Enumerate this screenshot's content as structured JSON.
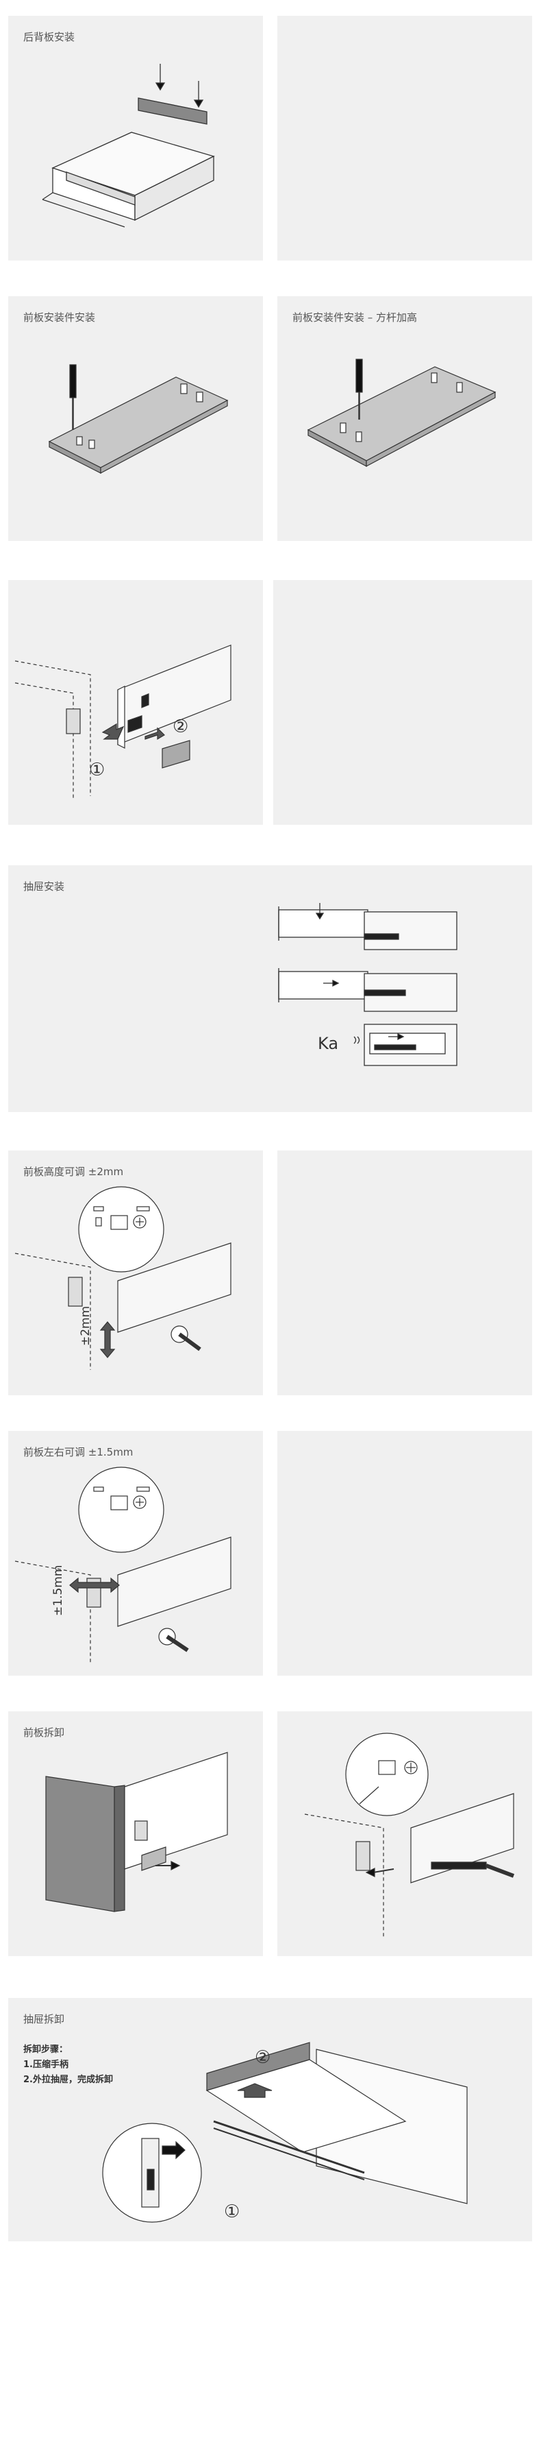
{
  "sections": [
    {
      "title": "后背板安装",
      "right_title": ""
    },
    {
      "title": "前板安装件安装",
      "right_title": "前板安装件安装 – 方杆加高"
    },
    {
      "title": "",
      "right_title": ""
    },
    {
      "title": "抽屉安装",
      "right_title": ""
    },
    {
      "title": "前板高度可调 ±2mm",
      "right_title": ""
    },
    {
      "title": "前板左右可调 ±1.5mm",
      "right_title": ""
    },
    {
      "title": "前板拆卸",
      "right_title": ""
    },
    {
      "title": "抽屉拆卸",
      "right_title": ""
    }
  ],
  "labels": {
    "circle_1": "①",
    "circle_2": "②",
    "ka": "Ka",
    "height_adjust": "±2mm",
    "side_adjust": "±1.5mm"
  },
  "removal_steps": {
    "heading": "拆卸步骤：",
    "step1": "1.压缩手柄",
    "step2": "2.外拉抽屉，完成拆卸"
  },
  "colors": {
    "panel_bg": "#f0f0f0",
    "line": "#333333",
    "front_panel": "#8a8a8a"
  }
}
